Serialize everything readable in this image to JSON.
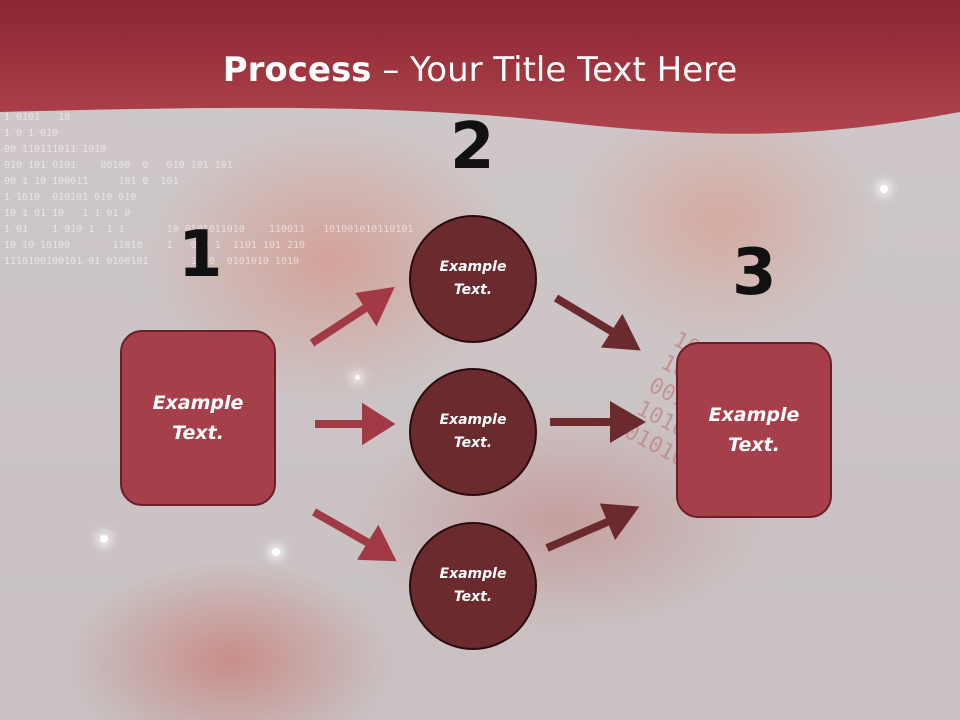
{
  "title": {
    "bold": "Process",
    "rest": " – Your Title Text Here"
  },
  "steps": {
    "one": "1",
    "two": "2",
    "three": "3"
  },
  "left_box": {
    "line1": "Example",
    "line2": "Text."
  },
  "right_box": {
    "line1": "Example",
    "line2": "Text."
  },
  "circles": [
    {
      "line1": "Example",
      "line2": "Text."
    },
    {
      "line1": "Example",
      "line2": "Text."
    },
    {
      "line1": "Example",
      "line2": "Text."
    }
  ],
  "colors": {
    "header": "#a93e48",
    "box": "#a5404a",
    "circle": "#6b2a2e",
    "arrow_left": "#a23a45",
    "arrow_right": "#6a2a2e"
  }
}
